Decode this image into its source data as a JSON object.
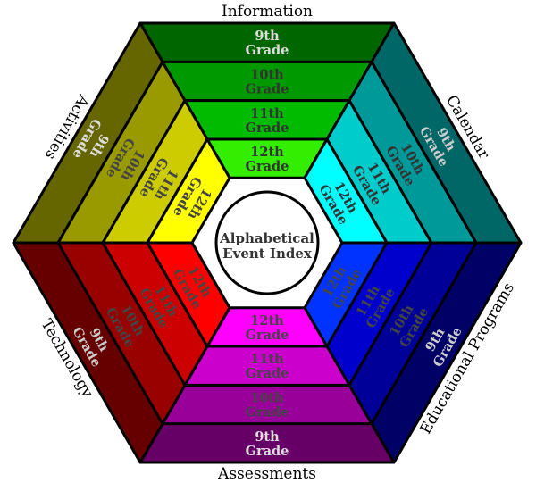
{
  "center": {
    "line1": "Alphabetical",
    "line2": "Event Index"
  },
  "sectors": [
    {
      "key": "information",
      "label": "Information",
      "bands": [
        {
          "grade": "9th",
          "word": "Grade",
          "fill": "#006600",
          "text": "#dddddd"
        },
        {
          "grade": "10th",
          "word": "Grade",
          "fill": "#009900",
          "text": "#333333"
        },
        {
          "grade": "11th",
          "word": "Grade",
          "fill": "#00bb00",
          "text": "#333333"
        },
        {
          "grade": "12th",
          "word": "Grade",
          "fill": "#33ee00",
          "text": "#333333"
        }
      ]
    },
    {
      "key": "calendar",
      "label": "Calendar",
      "bands": [
        {
          "grade": "9th",
          "word": "Grade",
          "fill": "#006666",
          "text": "#cccccc"
        },
        {
          "grade": "10th",
          "word": "Grade",
          "fill": "#009999",
          "text": "#333333"
        },
        {
          "grade": "11th",
          "word": "Grade",
          "fill": "#00cccc",
          "text": "#333333"
        },
        {
          "grade": "12th",
          "word": "Grade",
          "fill": "#00ffff",
          "text": "#333333"
        }
      ]
    },
    {
      "key": "educational-programs",
      "label": "Educational Programs",
      "bands": [
        {
          "grade": "9th",
          "word": "Grade",
          "fill": "#000066",
          "text": "#cccccc"
        },
        {
          "grade": "10th",
          "word": "Grade",
          "fill": "#000099",
          "text": "#444444"
        },
        {
          "grade": "11th",
          "word": "Grade",
          "fill": "#0000cc",
          "text": "#444444"
        },
        {
          "grade": "12th",
          "word": "Grade",
          "fill": "#0033ff",
          "text": "#444444"
        }
      ]
    },
    {
      "key": "assessments",
      "label": "Assessments",
      "bands": [
        {
          "grade": "9th",
          "word": "Grade",
          "fill": "#660066",
          "text": "#dddddd"
        },
        {
          "grade": "10th",
          "word": "Grade",
          "fill": "#990099",
          "text": "#444444"
        },
        {
          "grade": "11th",
          "word": "Grade",
          "fill": "#cc00cc",
          "text": "#444444"
        },
        {
          "grade": "12th",
          "word": "Grade",
          "fill": "#ff00ff",
          "text": "#444444"
        }
      ]
    },
    {
      "key": "technology",
      "label": "Technology",
      "bands": [
        {
          "grade": "9th",
          "word": "Grade",
          "fill": "#660000",
          "text": "#cccccc"
        },
        {
          "grade": "10th",
          "word": "Grade",
          "fill": "#990000",
          "text": "#444444"
        },
        {
          "grade": "11th",
          "word": "Grade",
          "fill": "#cc0000",
          "text": "#444444"
        },
        {
          "grade": "12th",
          "word": "Grade",
          "fill": "#ff0000",
          "text": "#444444"
        }
      ]
    },
    {
      "key": "activities",
      "label": "Activities",
      "bands": [
        {
          "grade": "9th",
          "word": "Grade",
          "fill": "#666600",
          "text": "#dddddd"
        },
        {
          "grade": "10th",
          "word": "Grade",
          "fill": "#999900",
          "text": "#444444"
        },
        {
          "grade": "11th",
          "word": "Grade",
          "fill": "#cccc00",
          "text": "#444444"
        },
        {
          "grade": "12th",
          "word": "Grade",
          "fill": "#ffff00",
          "text": "#444444"
        }
      ]
    }
  ]
}
